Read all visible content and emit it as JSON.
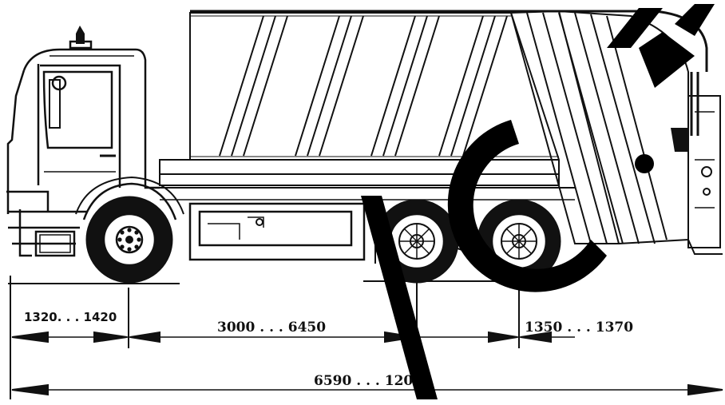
{
  "dimensions": {
    "front_overhang": "1320. . . 1420",
    "wheelbase": "3000 . . . 6450",
    "axle_spacing": "1350 . . . 1370",
    "overall_length": "6590 . . . 12000"
  },
  "colors": {
    "line": "#111111",
    "background": "#ffffff",
    "watermark": "#000000"
  }
}
